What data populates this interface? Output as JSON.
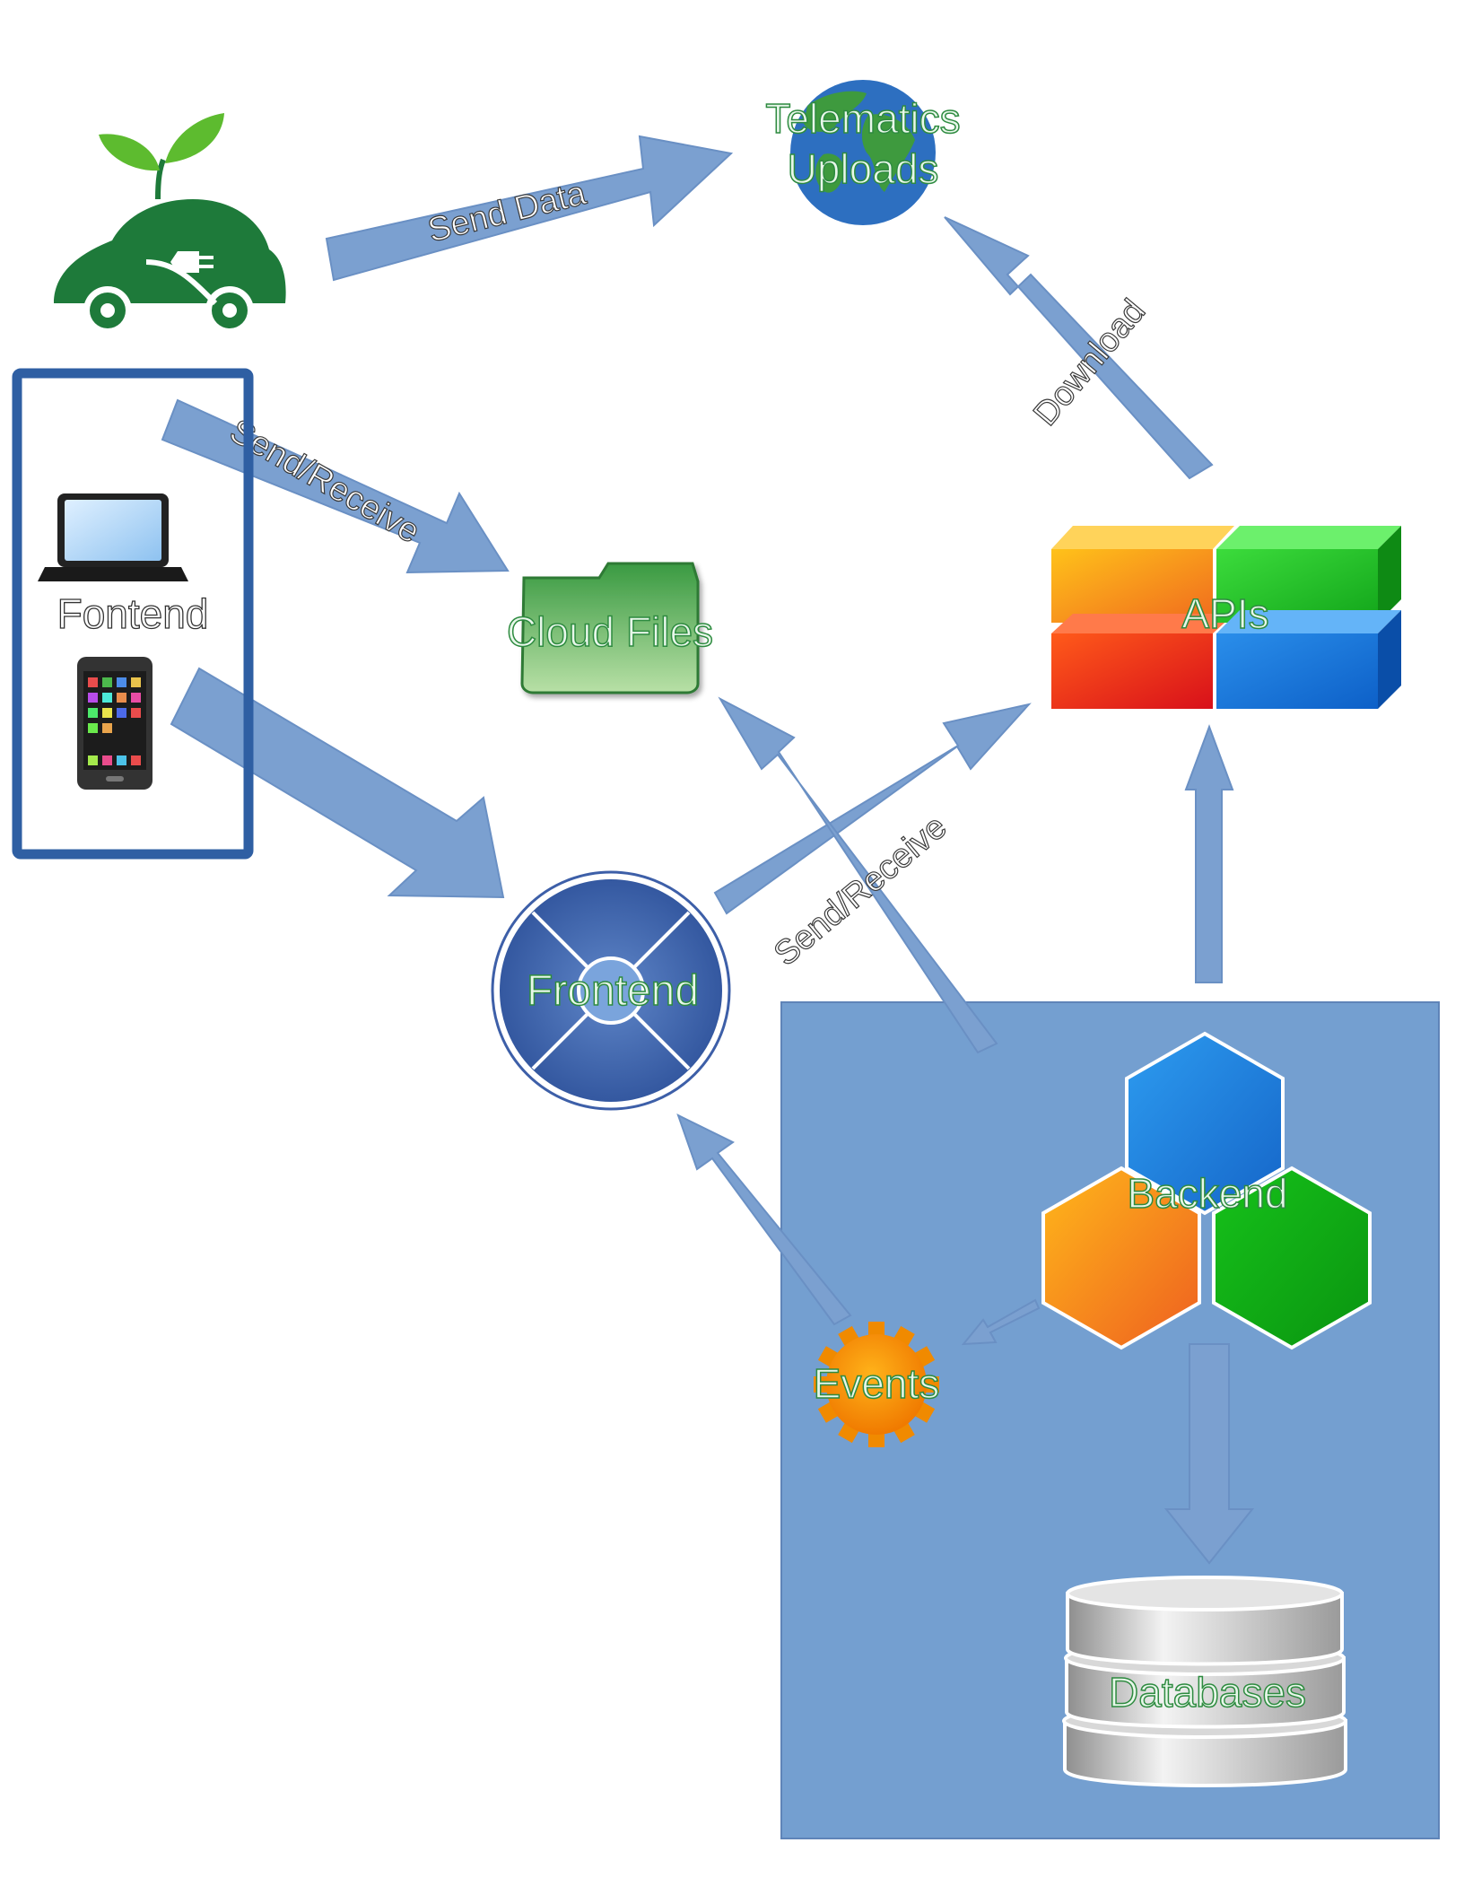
{
  "labels": {
    "telematics_line1": "Telematics",
    "telematics_line2": "Uploads",
    "send_data": "Send Data",
    "send_receive_top": "Send/Receive",
    "cloud_files": "Cloud Files",
    "apis": "APIs",
    "download": "Download",
    "fontend": "Fontend",
    "frontend": "Frontend",
    "send_receive_mid": "Send/Receive",
    "backend": "Backend",
    "events": "Events",
    "databases": "Databases"
  },
  "colors": {
    "arrow": "#7ba0d0",
    "arrow_stroke": "#5f84b8",
    "backend_panel": "#749fd0",
    "device_border": "#2f5fa3",
    "car_green": "#1e7a3a",
    "label_fill": "#e8f7ea",
    "label_stroke": "#2e8b40"
  },
  "icons": [
    "eco-car-icon",
    "laptop-icon",
    "smartphone-icon",
    "globe-icon",
    "folder-icon",
    "blocks-icon",
    "wheel-icon",
    "hexagon-cluster-icon",
    "gear-icon",
    "database-icon"
  ]
}
